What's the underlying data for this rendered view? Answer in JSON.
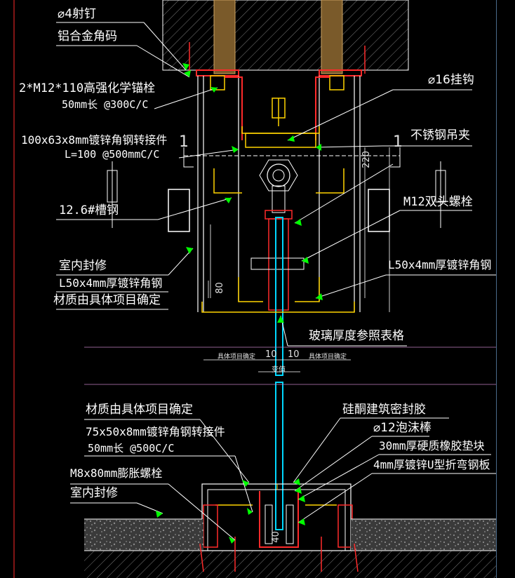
{
  "labels": {
    "shedding_nail": "⌀4射钉",
    "al_angle": "铝合金角码",
    "anchor_bolt_1": "2*M12*110高强化学锚栓",
    "anchor_bolt_2": "50mm长 @300C/C",
    "angle_conn_1": "100x63x8mm镀锌角钢转接件",
    "angle_conn_2": "L=100  @500mmC/C",
    "channel": "12.6#槽钢",
    "interior_finish_top": "室内封修",
    "angle_steel_left": "L50x4mm厚镀锌角钢",
    "material_top": "材质由具体项目确定",
    "hook": "⌀16挂钩",
    "ss_clamp": "不锈钢吊夹",
    "m12_stud": "M12双头螺栓",
    "angle_steel_right": "L50x4mm厚镀锌角钢",
    "glass_thickness": "玻璃厚度参照表格",
    "material_bottom": "材质由具体项目确定",
    "angle_conn_b1": "75x50x8mm镀锌角钢转接件",
    "angle_conn_b2": "50mm长 @500C/C",
    "expansion_bolt": "M8x80mm膨胀螺栓",
    "interior_finish_bottom": "室内封修",
    "silicone": "硅酮建筑密封胶",
    "foam_rod": "⌀12泡沫棒",
    "rubber_block": "30mm厚硬质橡胶垫块",
    "u_plate": "4mm厚镀锌U型折弯钢板"
  },
  "dims": {
    "section_mark_left": "1",
    "section_mark_right": "1",
    "d220": "220",
    "d80": "80",
    "d10a": "10",
    "d10b": "10",
    "glass_var": "变值",
    "project_left": "具体项目确定",
    "project_right": "具体项目确定",
    "d40": "40"
  },
  "colors": {
    "background": "#000000",
    "text": "#ffffff",
    "concrete": "#8c8c8c",
    "steel_red": "#ff2a2a",
    "glass_cyan": "#00d8ff",
    "green_arrow": "#00ff00",
    "yellow_line": "#ffd400",
    "frame_white": "#ffffff"
  }
}
